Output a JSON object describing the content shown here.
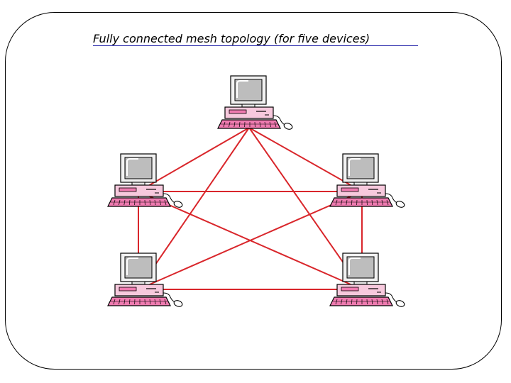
{
  "diagram": {
    "title": "Fully connected mesh topology (for five devices)",
    "link_color": "#d9262b",
    "device_accent": "#ef7bb0",
    "device_base": "#f7c9dd",
    "devices": [
      {
        "id": "top"
      },
      {
        "id": "upper-left"
      },
      {
        "id": "upper-right"
      },
      {
        "id": "lower-left"
      },
      {
        "id": "lower-right"
      }
    ],
    "links": [
      [
        "top",
        "upper-left"
      ],
      [
        "top",
        "upper-right"
      ],
      [
        "top",
        "lower-left"
      ],
      [
        "top",
        "lower-right"
      ],
      [
        "upper-left",
        "upper-right"
      ],
      [
        "upper-left",
        "lower-left"
      ],
      [
        "upper-left",
        "lower-right"
      ],
      [
        "upper-right",
        "lower-left"
      ],
      [
        "upper-right",
        "lower-right"
      ],
      [
        "lower-left",
        "lower-right"
      ]
    ]
  }
}
